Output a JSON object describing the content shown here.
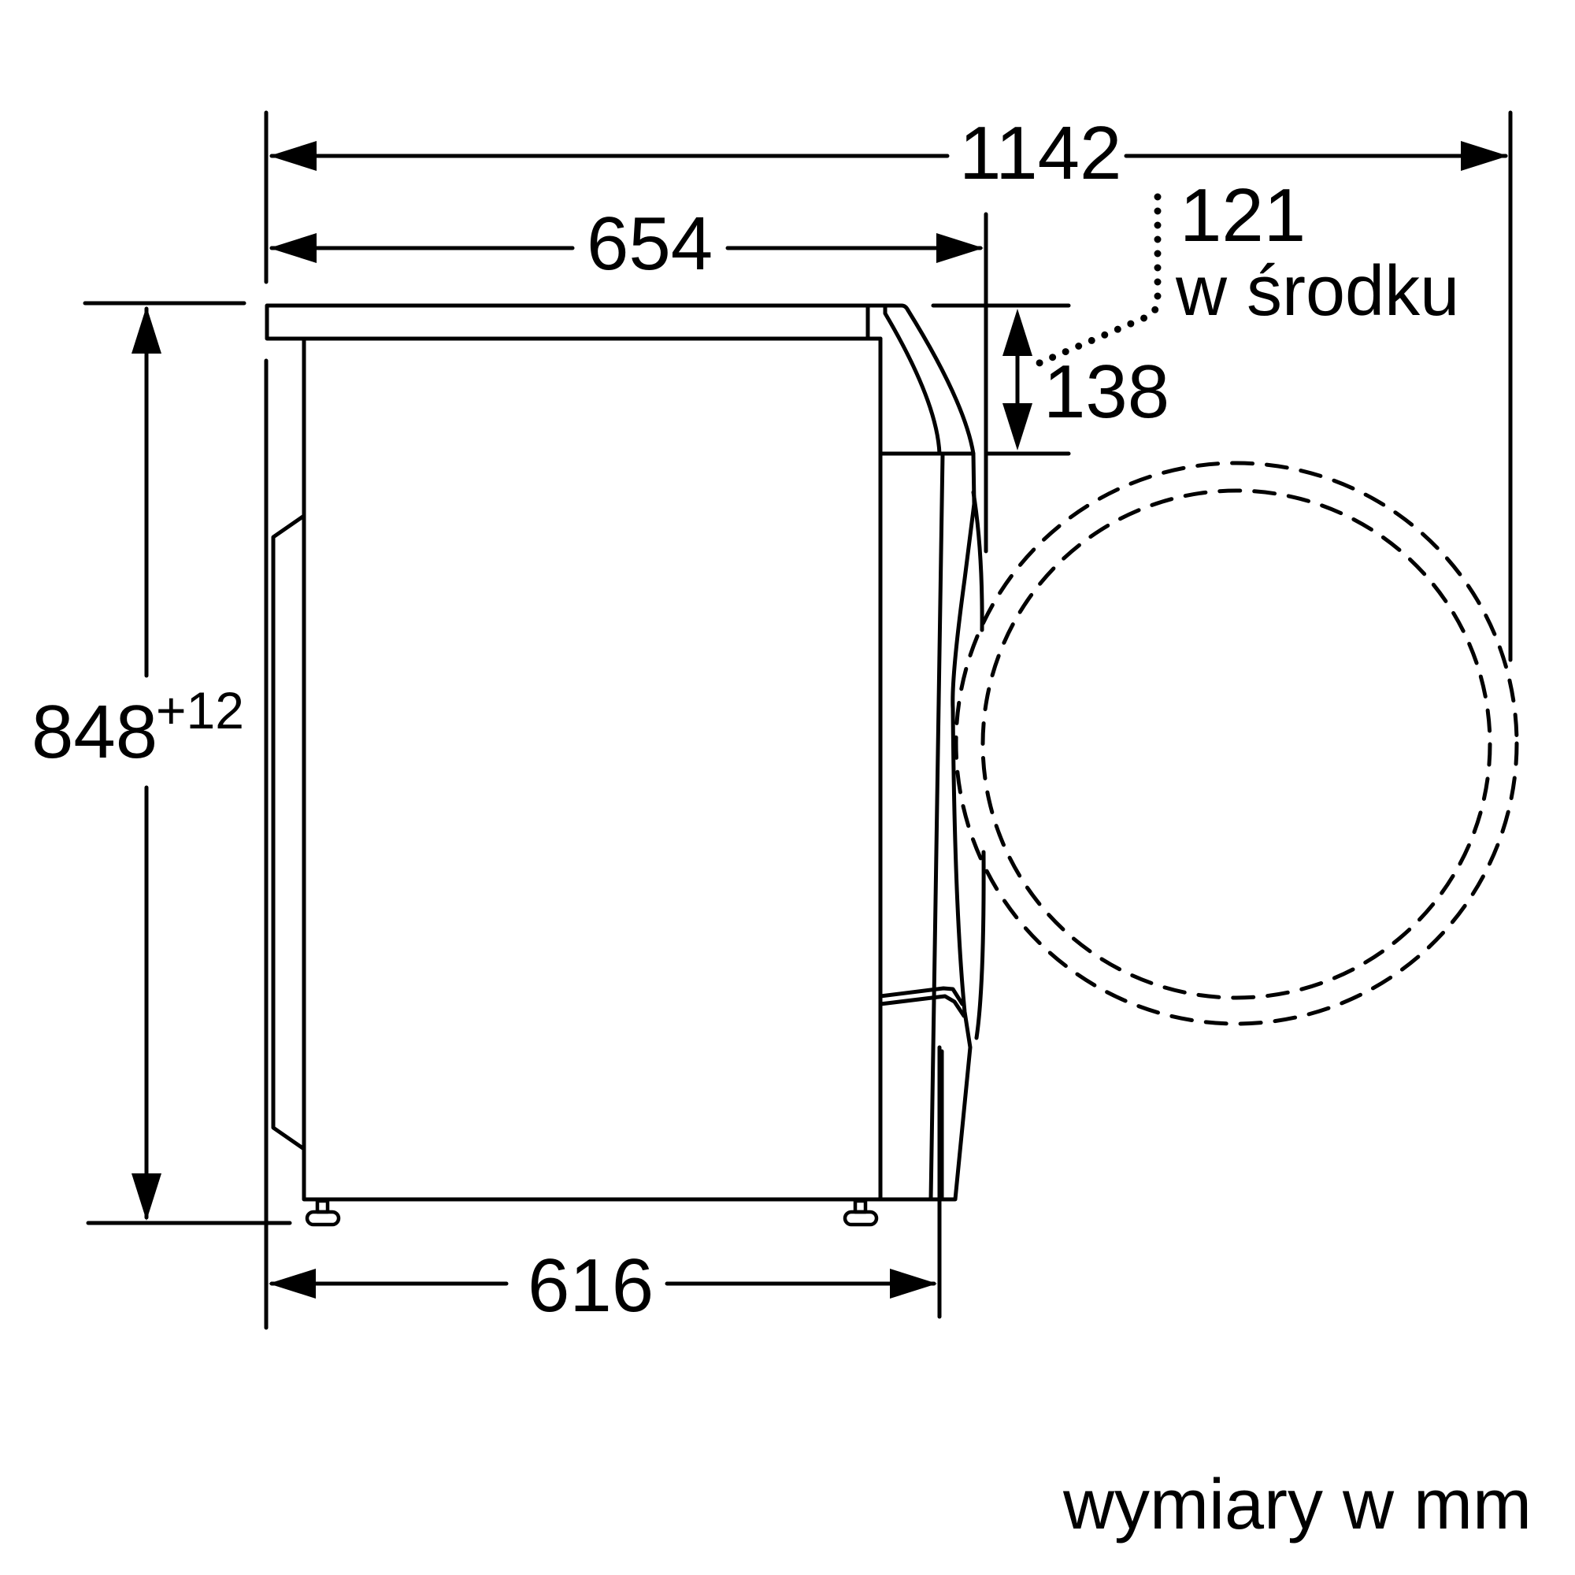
{
  "diagram": {
    "type": "technical-dimension-drawing",
    "subject": "washing machine side view",
    "units_note": "wymiary w mm",
    "colors": {
      "line": "#000000",
      "background": "#ffffff"
    },
    "dimensions": {
      "overall_depth_door_open": {
        "value": "1142"
      },
      "depth_with_door": {
        "value": "654"
      },
      "depth_body": {
        "value": "616"
      },
      "height": {
        "value": "848",
        "tolerance": "+12"
      },
      "top_to_door": {
        "value": "138"
      },
      "door_inside": {
        "value": "121",
        "note": "w środku"
      }
    }
  }
}
